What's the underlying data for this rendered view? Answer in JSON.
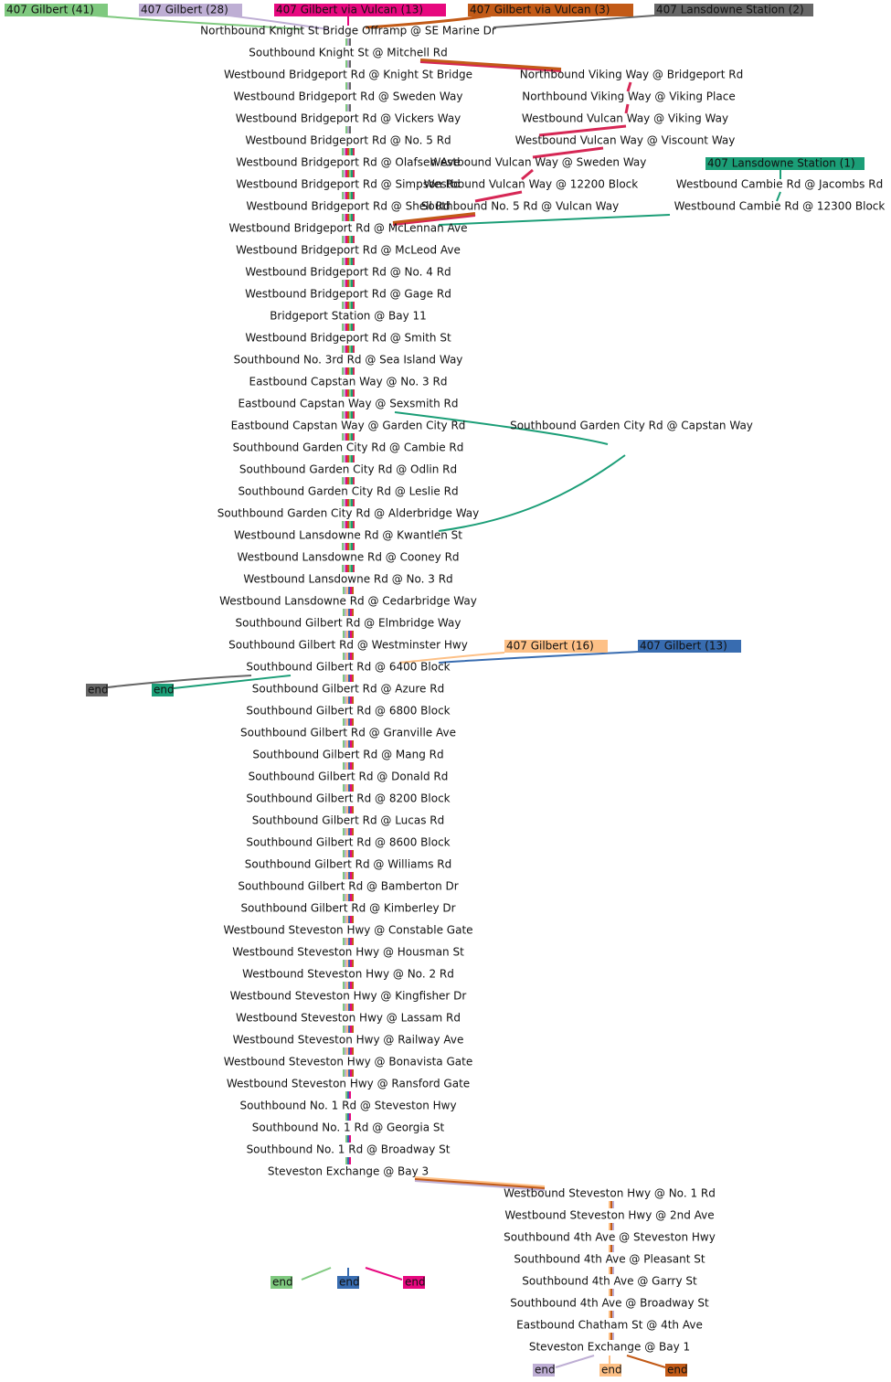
{
  "colors": {
    "gilbert41": "#7fc97f",
    "gilbert28": "#beaed4",
    "vulcan13": "#e7087f",
    "vulcan3": "#c25a17",
    "lansdowne2": "#666666",
    "lansdowne1": "#1b9e77",
    "gilbert16": "#fdc086",
    "gilbert13": "#386cb0",
    "crimson": "#d62755"
  },
  "routes": [
    {
      "label": "407 Gilbert (41)",
      "color": "gilbert41"
    },
    {
      "label": "407 Gilbert (28)",
      "color": "gilbert28"
    },
    {
      "label": "407 Gilbert via Vulcan (13)",
      "color": "vulcan13"
    },
    {
      "label": "407 Gilbert via Vulcan (3)",
      "color": "vulcan3"
    },
    {
      "label": "407 Lansdowne Station (2)",
      "color": "lansdowne2"
    },
    {
      "label": "407 Lansdowne Station (1)",
      "color": "lansdowne1"
    },
    {
      "label": "407 Gilbert (16)",
      "color": "gilbert16"
    },
    {
      "label": "407 Gilbert (13)",
      "color": "gilbert13"
    }
  ],
  "main_stops": [
    "Northbound Knight St Bridge Offramp @ SE Marine Dr",
    "Southbound Knight St @ Mitchell Rd",
    "Westbound Bridgeport Rd @ Knight St Bridge",
    "Westbound Bridgeport Rd @ Sweden Way",
    "Westbound Bridgeport Rd @ Vickers Way",
    "Westbound Bridgeport Rd @ No. 5 Rd",
    "Westbound Bridgeport Rd @ Olafsen Ave",
    "Westbound Bridgeport Rd @ Simpson Rd",
    "Westbound Bridgeport Rd @ Shell Rd",
    "Westbound Bridgeport Rd @ McLennan Ave",
    "Westbound Bridgeport Rd @ McLeod Ave",
    "Westbound Bridgeport Rd @ No. 4 Rd",
    "Westbound Bridgeport Rd @ Gage Rd",
    "Bridgeport Station @ Bay 11",
    "Westbound Bridgeport Rd @ Smith St",
    "Southbound No. 3rd Rd @ Sea Island Way",
    "Eastbound Capstan Way @ No. 3 Rd",
    "Eastbound Capstan Way @ Sexsmith Rd",
    "Eastbound Capstan Way @ Garden City Rd",
    "Southbound Garden City Rd @ Cambie Rd",
    "Southbound Garden City Rd @ Odlin Rd",
    "Southbound Garden City Rd @ Leslie Rd",
    "Southbound Garden City Rd @ Alderbridge Way",
    "Westbound Lansdowne Rd @ Kwantlen St",
    "Westbound Lansdowne Rd @ Cooney Rd",
    "Westbound Lansdowne Rd @ No. 3 Rd",
    "Westbound Lansdowne Rd @ Cedarbridge Way",
    "Southbound Gilbert Rd @ Elmbridge Way",
    "Southbound Gilbert Rd @ Westminster Hwy",
    "Southbound Gilbert Rd @ 6400 Block",
    "Southbound Gilbert Rd @ Azure Rd",
    "Southbound Gilbert Rd @ 6800 Block",
    "Southbound Gilbert Rd @ Granville Ave",
    "Southbound Gilbert Rd @ Mang Rd",
    "Southbound Gilbert Rd @ Donald Rd",
    "Southbound Gilbert Rd @ 8200 Block",
    "Southbound Gilbert Rd @ Lucas Rd",
    "Southbound Gilbert Rd @ 8600 Block",
    "Southbound Gilbert Rd @ Williams Rd",
    "Southbound Gilbert Rd @ Bamberton Dr",
    "Southbound Gilbert Rd @ Kimberley Dr",
    "Westbound Steveston Hwy @ Constable Gate",
    "Westbound Steveston Hwy @ Housman St",
    "Westbound Steveston Hwy @ No. 2 Rd",
    "Westbound Steveston Hwy @ Kingfisher Dr",
    "Westbound Steveston Hwy @ Lassam Rd",
    "Westbound Steveston Hwy @ Railway Ave",
    "Westbound Steveston Hwy @ Bonavista Gate",
    "Westbound Steveston Hwy @ Ransford Gate",
    "Southbound No. 1 Rd @ Steveston Hwy",
    "Southbound No. 1 Rd @ Georgia St",
    "Southbound No. 1 Rd @ Broadway St",
    "Steveston Exchange @ Bay 3"
  ],
  "vulcan_stops": [
    "Northbound Viking Way @ Bridgeport Rd",
    "Northbound Viking Way @ Viking Place",
    "Westbound Vulcan Way @ Viking Way",
    "Westbound Vulcan Way @ Viscount Way",
    "Westbound Vulcan Way @ Sweden Way",
    "Westbound Vulcan Way @ 12200 Block",
    "Southbound No. 5 Rd @ Vulcan Way"
  ],
  "cambie_stops": [
    "Westbound Cambie Rd @ Jacombs Rd",
    "Westbound Cambie Rd @ 12300 Block"
  ],
  "capstan_stop": "Southbound Garden City Rd @ Capstan Way",
  "steveston_stops": [
    "Westbound Steveston Hwy @ No. 1 Rd",
    "Westbound Steveston Hwy @ 2nd Ave",
    "Southbound 4th Ave @ Steveston Hwy",
    "Southbound 4th Ave @ Pleasant St",
    "Southbound 4th Ave @ Garry St",
    "Southbound 4th Ave @ Broadway St",
    "Eastbound Chatham St @ 4th Ave",
    "Steveston Exchange @ Bay 1"
  ],
  "end_label": "end",
  "ends": [
    {
      "label": "end",
      "color": "lansdowne2"
    },
    {
      "label": "end",
      "color": "lansdowne1"
    },
    {
      "label": "end",
      "color": "gilbert41"
    },
    {
      "label": "end",
      "color": "gilbert13"
    },
    {
      "label": "end",
      "color": "vulcan13"
    },
    {
      "label": "end",
      "color": "gilbert28"
    },
    {
      "label": "end",
      "color": "gilbert16"
    },
    {
      "label": "end",
      "color": "vulcan3"
    }
  ]
}
